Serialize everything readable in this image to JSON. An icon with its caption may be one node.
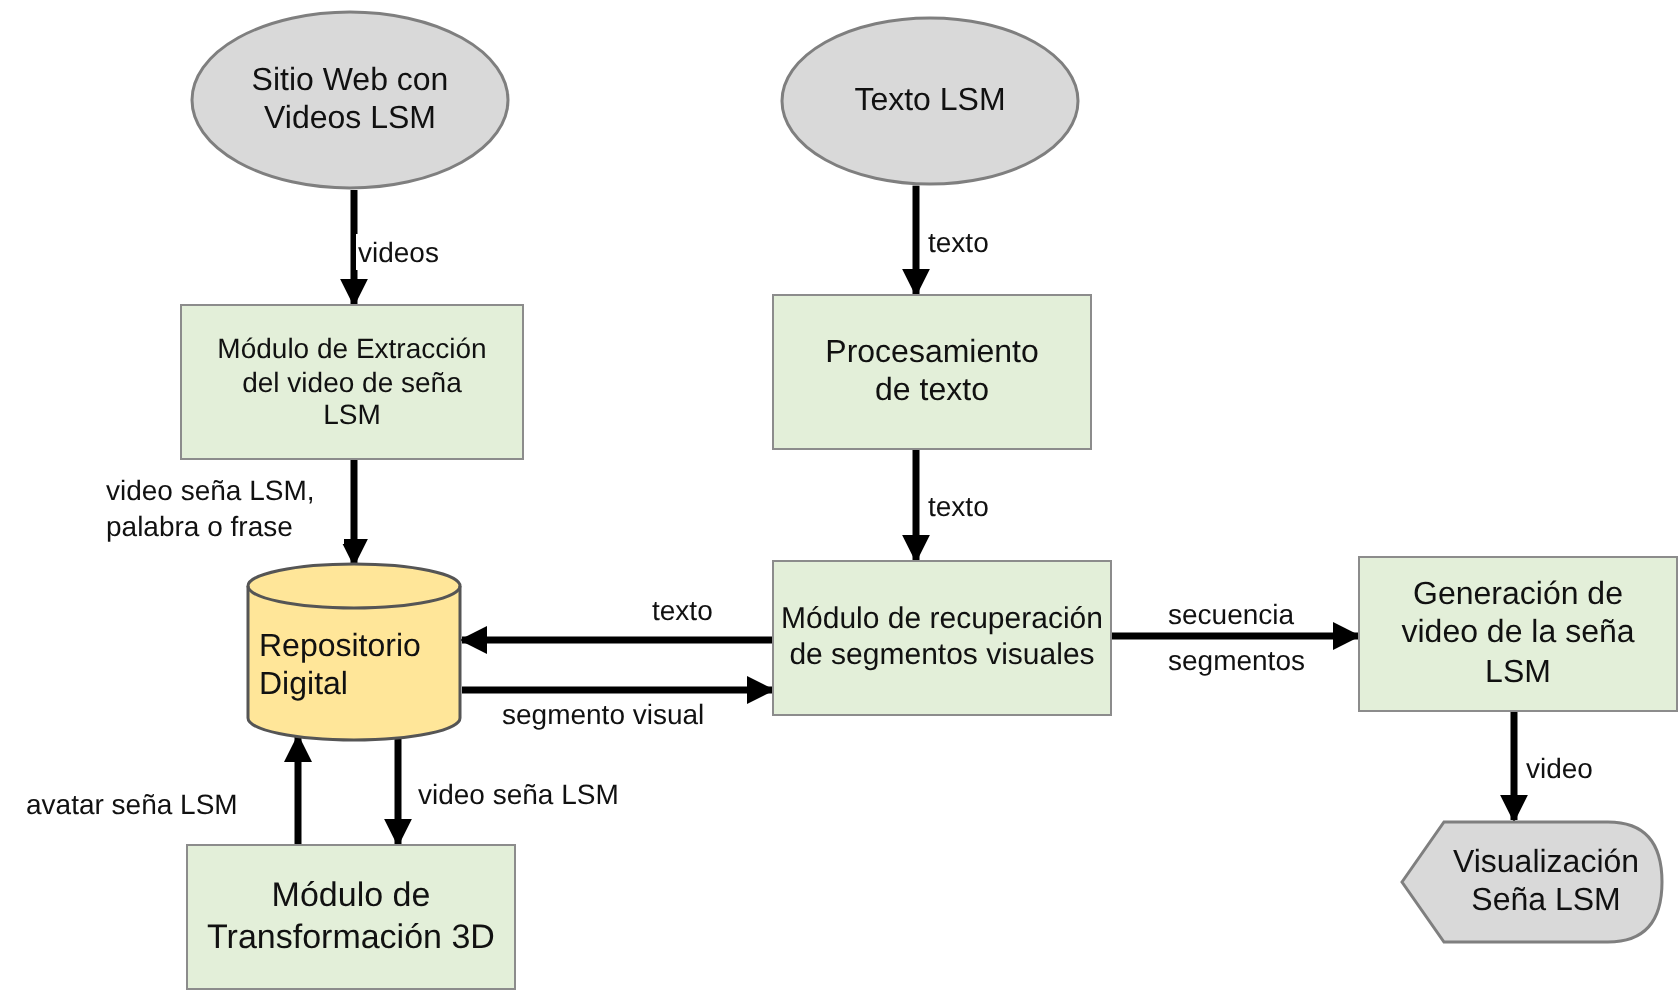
{
  "diagram": {
    "nodes": [
      {
        "text": [
          "Sitio Web con Videos LSM"
        ]
      },
      {
        "text": [
          "Texto LSM"
        ]
      },
      {
        "text": [
          "Módulo de Extracción  del video de seña LSM"
        ]
      },
      {
        "text": [
          "Procesamiento de texto"
        ]
      },
      {
        "text": [
          "Repositorio Digital"
        ]
      },
      {
        "text": [
          "Módulo de recuperación de segmentos visuales"
        ]
      },
      {
        "text": [
          "Generación de video de la seña LSM"
        ]
      },
      {
        "text": [
          "Módulo de Transformación 3D"
        ]
      },
      {
        "text": [
          "Visualización Seña LSM"
        ]
      }
    ],
    "edges": [
      {
        "from": 0,
        "to": 2,
        "arrow": "to",
        "label": "videos"
      },
      {
        "from": 1,
        "to": 3,
        "arrow": "to",
        "label": "texto"
      },
      {
        "from": 2,
        "to": 4,
        "arrow": "to",
        "label": "video seña LSM, palabra o frase"
      },
      {
        "from": 3,
        "to": 5,
        "arrow": "to",
        "label": "texto"
      },
      {
        "from": 5,
        "to": 4,
        "arrow": "to",
        "label": "texto"
      },
      {
        "from": 4,
        "to": 5,
        "arrow": "to",
        "label": "segmento visual"
      },
      {
        "from": 5,
        "to": 6,
        "arrow": "to",
        "label": "secuencia segmentos"
      },
      {
        "from": 4,
        "to": 7,
        "arrow": "to",
        "label": "video seña LSM"
      },
      {
        "from": 7,
        "to": 4,
        "arrow": "to",
        "label": "avatar seña LSM"
      },
      {
        "from": 6,
        "to": 8,
        "arrow": "to",
        "label": "video"
      }
    ]
  }
}
